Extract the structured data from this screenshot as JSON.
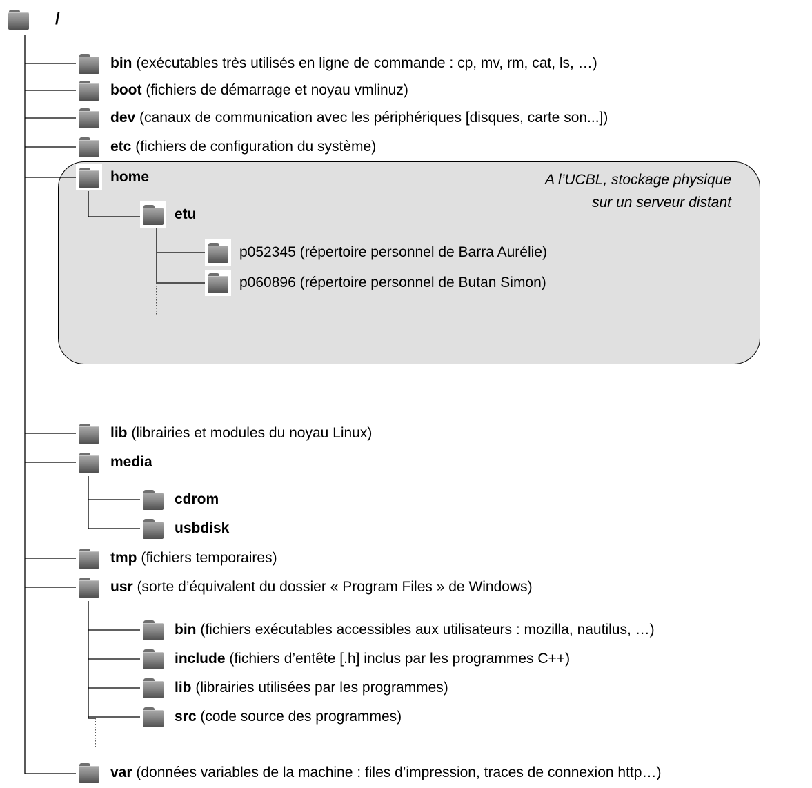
{
  "tree": {
    "root": {
      "name": "/"
    },
    "nodes": [
      {
        "id": "bin",
        "name": "bin",
        "desc": "(exécutables très utilisés en ligne de commande : cp, mv, rm, cat, ls, …)",
        "bold": true
      },
      {
        "id": "boot",
        "name": "boot",
        "desc": "(fichiers de démarrage et noyau vmlinuz)",
        "bold": true
      },
      {
        "id": "dev",
        "name": "dev",
        "desc": "(canaux de communication avec les périphériques [disques, carte son...])",
        "bold": true
      },
      {
        "id": "etc",
        "name": "etc",
        "desc": "(fichiers de configuration du système)",
        "bold": true
      },
      {
        "id": "home",
        "name": "home",
        "desc": "",
        "bold": true
      },
      {
        "id": "etu",
        "name": "etu",
        "desc": "",
        "bold": true
      },
      {
        "id": "p052345",
        "name": "",
        "desc": "p052345 (répertoire personnel de Barra Aurélie)",
        "bold": false
      },
      {
        "id": "p060896",
        "name": "",
        "desc": "p060896 (répertoire personnel de Butan Simon)",
        "bold": false
      },
      {
        "id": "lib",
        "name": "lib",
        "desc": "(librairies et modules du noyau Linux)",
        "bold": true
      },
      {
        "id": "media",
        "name": "media",
        "desc": "",
        "bold": true
      },
      {
        "id": "cdrom",
        "name": "cdrom",
        "desc": "",
        "bold": true
      },
      {
        "id": "usbdisk",
        "name": "usbdisk",
        "desc": "",
        "bold": true
      },
      {
        "id": "tmp",
        "name": "tmp",
        "desc": "(fichiers temporaires)",
        "bold": true
      },
      {
        "id": "usr",
        "name": "usr",
        "desc": "(sorte d’équivalent du dossier « Program Files » de Windows)",
        "bold": true
      },
      {
        "id": "usr-bin",
        "name": "bin",
        "desc": "(fichiers exécutables accessibles aux utilisateurs : mozilla, nautilus, …)",
        "bold": true
      },
      {
        "id": "usr-include",
        "name": "include",
        "desc": "(fichiers d’entête [.h] inclus par les programmes C++)",
        "bold": true
      },
      {
        "id": "usr-lib",
        "name": "lib",
        "desc": "(librairies utilisées par les programmes)",
        "bold": true
      },
      {
        "id": "usr-src",
        "name": "src",
        "desc": "(code source des programmes)",
        "bold": true
      },
      {
        "id": "var",
        "name": "var",
        "desc": "(données variables de la machine : files d’impression, traces de connexion http…)",
        "bold": true
      }
    ]
  },
  "home_note": {
    "line1": "A l’UCBL, stockage physique",
    "line2": "sur un serveur distant"
  },
  "colors": {
    "callout_fill": "#e0e0e0",
    "line": "#000000",
    "folder": "#808080"
  }
}
